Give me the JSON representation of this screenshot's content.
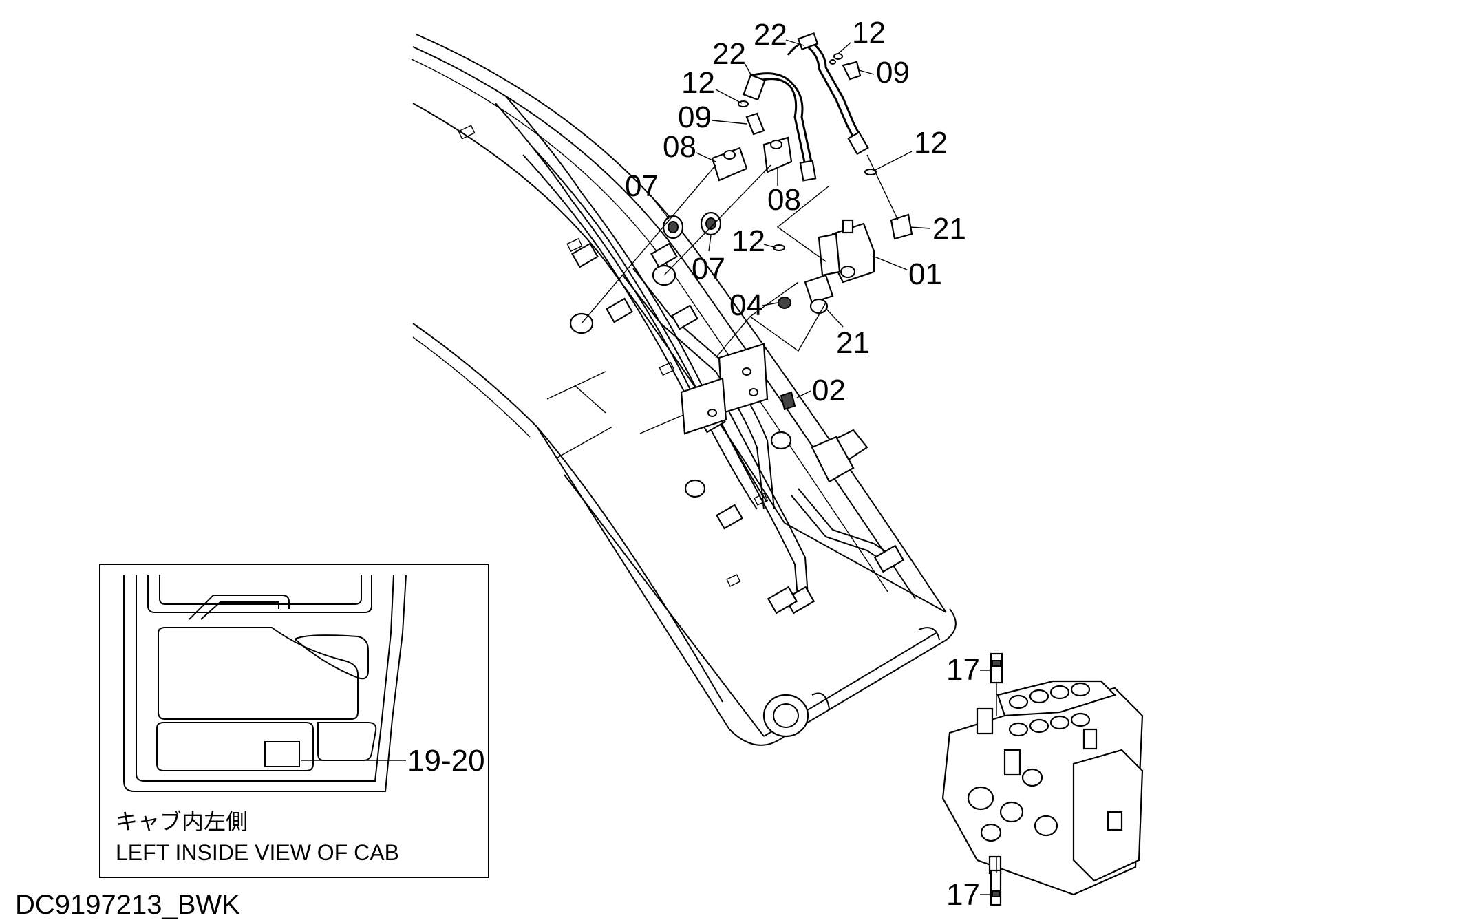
{
  "callouts": [
    {
      "id": "c22a",
      "label": "22"
    },
    {
      "id": "c12a",
      "label": "12"
    },
    {
      "id": "c22b",
      "label": "22"
    },
    {
      "id": "c09a",
      "label": "09"
    },
    {
      "id": "c12b",
      "label": "12"
    },
    {
      "id": "c09b",
      "label": "09"
    },
    {
      "id": "c08a",
      "label": "08"
    },
    {
      "id": "c12c",
      "label": "12"
    },
    {
      "id": "c07a",
      "label": "07"
    },
    {
      "id": "c08b",
      "label": "08"
    },
    {
      "id": "c21a",
      "label": "21"
    },
    {
      "id": "c12d",
      "label": "12"
    },
    {
      "id": "c01",
      "label": "01"
    },
    {
      "id": "c07b",
      "label": "07"
    },
    {
      "id": "c04",
      "label": "04"
    },
    {
      "id": "c21b",
      "label": "21"
    },
    {
      "id": "c02",
      "label": "02"
    },
    {
      "id": "c17a",
      "label": "17"
    },
    {
      "id": "c1920",
      "label": "19-20"
    },
    {
      "id": "c17b",
      "label": "17"
    }
  ],
  "inset": {
    "caption_jp": "キャブ内左側",
    "caption_en": "LEFT  INSIDE  VIEW  OF  CAB"
  },
  "drawing_id": "DC9197213_BWK"
}
